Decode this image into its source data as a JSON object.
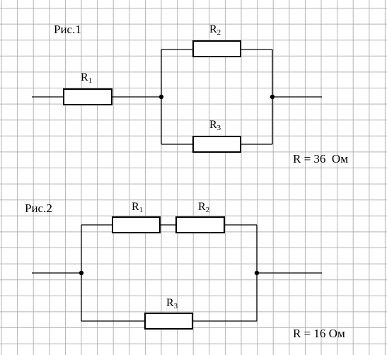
{
  "figures": {
    "fig1": {
      "title": "Рис.1",
      "r1": {
        "main": "R",
        "sub": "1"
      },
      "r2": {
        "main": "R",
        "sub": "2"
      },
      "r3": {
        "main": "R",
        "sub": "3"
      },
      "result": "R = 36  Ом"
    },
    "fig2": {
      "title": "Рис.2",
      "r1": {
        "main": "R",
        "sub": "1"
      },
      "r2": {
        "main": "R",
        "sub": "2"
      },
      "r3": {
        "main": "R",
        "sub": "3"
      },
      "result": "R = 16 Ом"
    }
  },
  "colors": {
    "grid": "#b3b3b3",
    "ink": "#000000",
    "paper": "#ffffff"
  }
}
